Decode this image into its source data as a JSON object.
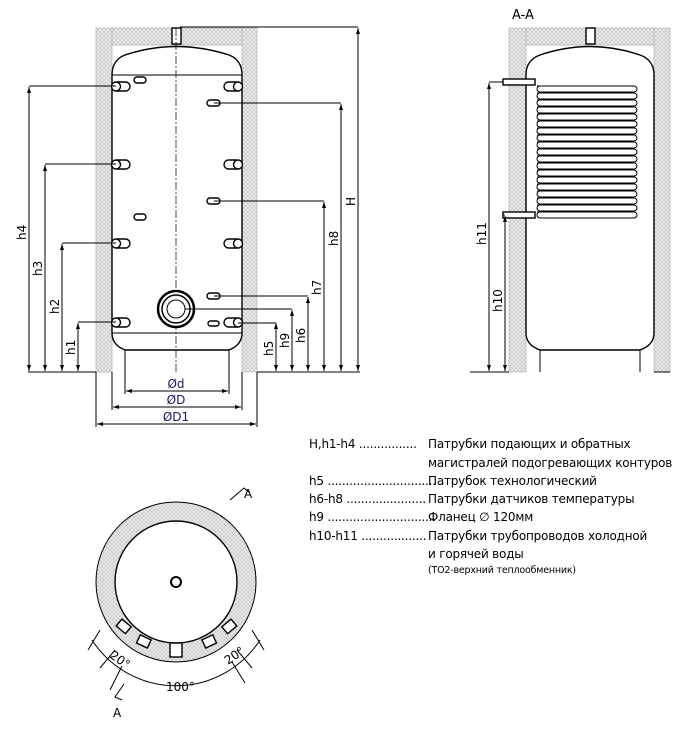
{
  "front_view": {
    "labels": {
      "h1": "h1",
      "h2": "h2",
      "h3": "h3",
      "h4": "h4",
      "h5": "h5",
      "h6": "h6",
      "h7": "h7",
      "h8": "h8",
      "h9": "h9",
      "H": "H"
    },
    "diameters": {
      "d": "Ød",
      "D": "ØD",
      "D1": "ØD1"
    }
  },
  "section_view": {
    "title": "A-A",
    "labels": {
      "h10": "h10",
      "h11": "h11"
    }
  },
  "top_view": {
    "section_mark_top": "A",
    "section_mark_bottom": "A",
    "angle_left": "20°",
    "angle_right": "20°",
    "angle_total": "100°"
  },
  "legend": [
    {
      "key": "H,h1-h4 ................",
      "value": "Патрубки подающих и обратных"
    },
    {
      "key": "",
      "value": "магистралей подогревающих контуров"
    },
    {
      "key": "h5 ..............................",
      "value": "Патрубок технологический"
    },
    {
      "key": "h6-h8 ......................",
      "value": "Патрубки датчиков температуры"
    },
    {
      "key": "h9 ..............................",
      "value": "Фланец ∅ 120мм"
    },
    {
      "key": "h10-h11 ..................",
      "value": "Патрубки трубопроводов холодной"
    },
    {
      "key": "",
      "value": "и горячей воды"
    },
    {
      "key": "",
      "value": "(ТО2-верхний теплообменник)"
    }
  ]
}
